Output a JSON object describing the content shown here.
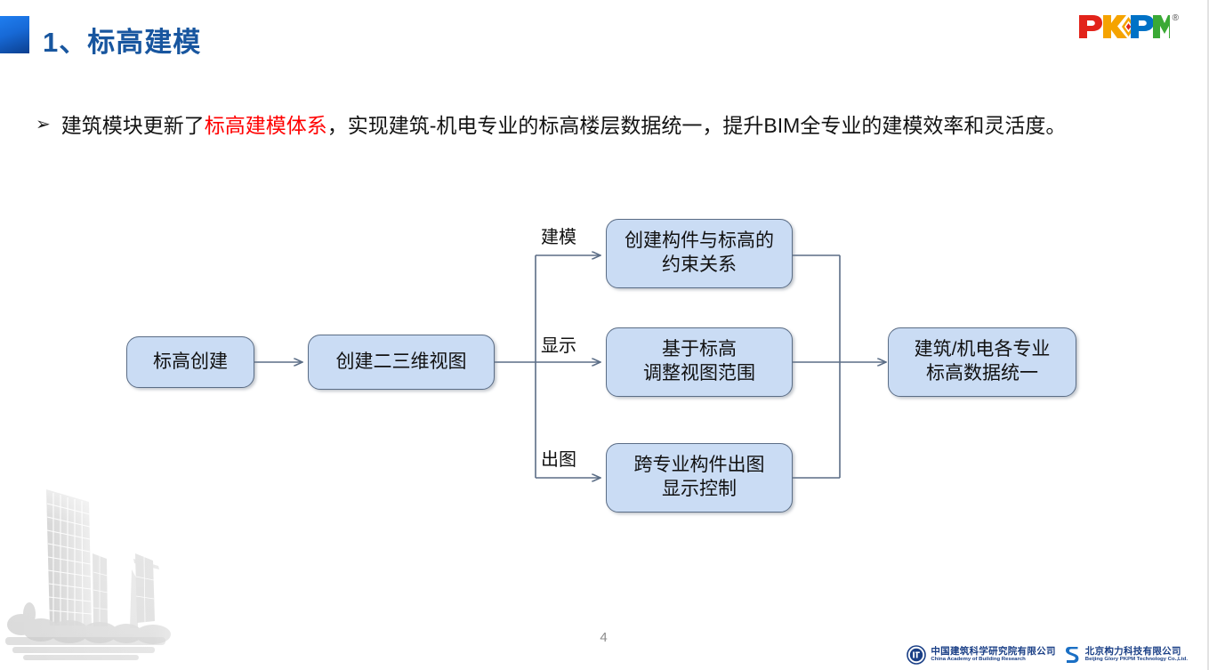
{
  "header": {
    "title": "1、标高建模",
    "accent_color": "#1769d6",
    "title_color": "#18569f",
    "logo": {
      "name": "pkpm-logo",
      "letters": [
        {
          "char": "P",
          "color": "#e2231a"
        },
        {
          "char": "K",
          "color": "#f5a300"
        },
        {
          "char": "P",
          "color": "#0072c6"
        },
        {
          "char": "M",
          "color": "#3aa935"
        }
      ],
      "registered_mark": "®"
    }
  },
  "bullet": {
    "marker": "➢",
    "segments": [
      {
        "text": "建筑模块更新了",
        "highlight": false
      },
      {
        "text": "标高建模体系",
        "highlight": true
      },
      {
        "text": "，实现建筑-机电专业的标高楼层数据统一，提升BIM全专业的建模效率和灵活度。",
        "highlight": false
      }
    ],
    "full_text": "建筑模块更新了标高建模体系，实现建筑-机电专业的标高楼层数据统一，提升BIM全专业的建模效率和灵活度。",
    "highlight_color": "#ff0000"
  },
  "flow": {
    "box_fill": "#cadcf4",
    "box_border": "#5b6d86",
    "connector_color": "#5b6d86",
    "nodes": [
      {
        "id": "start",
        "label": "标高创建",
        "lines": [
          "标高创建"
        ]
      },
      {
        "id": "views",
        "label": "创建二三维视图",
        "lines": [
          "创建二三维视图"
        ]
      },
      {
        "id": "model",
        "label": "创建构件与标高的约束关系",
        "lines": [
          "创建构件与标高的",
          "约束关系"
        ]
      },
      {
        "id": "display",
        "label": "基于标高调整视图范围",
        "lines": [
          "基于标高",
          "调整视图范围"
        ]
      },
      {
        "id": "drawing",
        "label": "跨专业构件出图显示控制",
        "lines": [
          "跨专业构件出图",
          "显示控制"
        ]
      },
      {
        "id": "result",
        "label": "建筑/机电各专业标高数据统一",
        "lines": [
          "建筑/机电各专业",
          "标高数据统一"
        ]
      }
    ],
    "branch_labels": [
      {
        "id": "branch-model",
        "text": "建模"
      },
      {
        "id": "branch-display",
        "text": "显示"
      },
      {
        "id": "branch-drawing",
        "text": "出图"
      }
    ]
  },
  "footer": {
    "page_number": "4",
    "logos": [
      {
        "id": "cabr-logo",
        "cn": "中国建筑科学研究院有限公司",
        "en": "China Academy of Building Research",
        "color": "#1a3f86"
      },
      {
        "id": "glory-pkpm-logo",
        "cn": "北京构力科技有限公司",
        "en": "Beijing Glory PKPM Technology Co.,Ltd.",
        "color": "#1a3f86"
      }
    ]
  }
}
